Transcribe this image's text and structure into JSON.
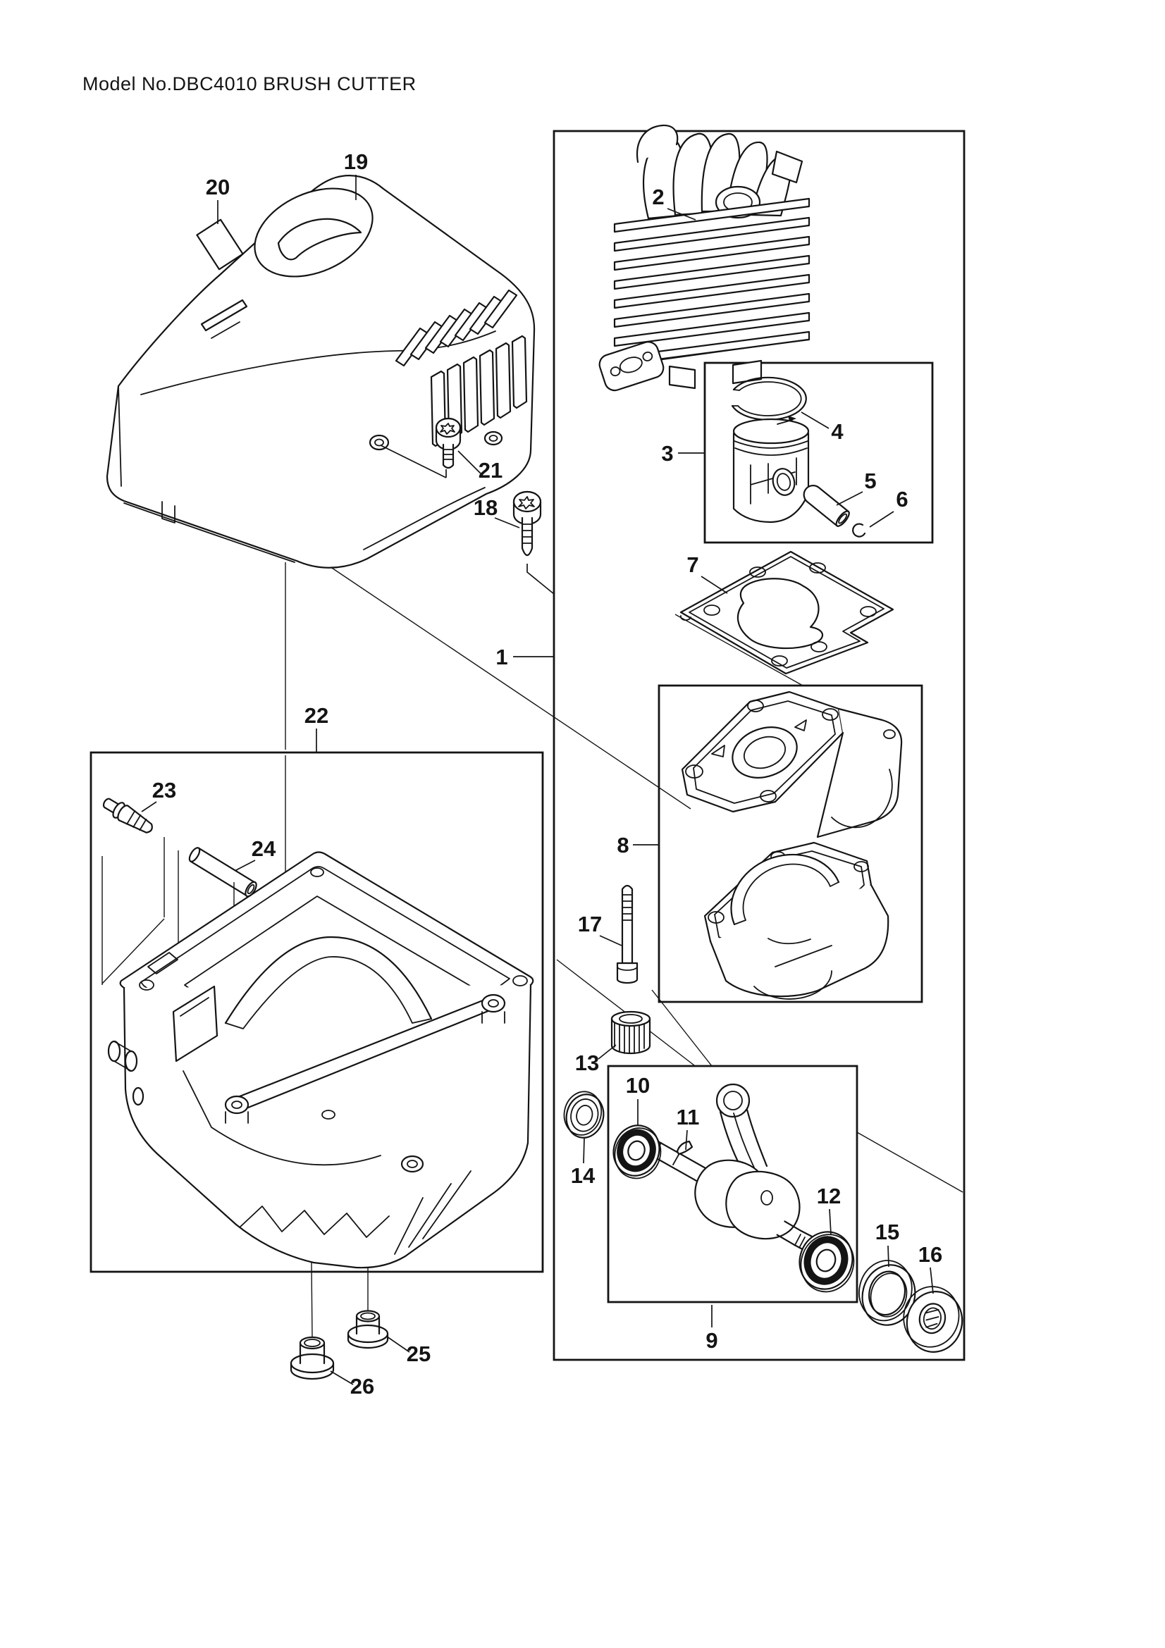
{
  "title": "Model No.DBC4010 BRUSH CUTTER",
  "colors": {
    "ink": "#141414",
    "paper": "#ffffff"
  },
  "callouts": {
    "c1": "1",
    "c2": "2",
    "c3": "3",
    "c4": "4",
    "c5": "5",
    "c6": "6",
    "c7": "7",
    "c8": "8",
    "c9": "9",
    "c10": "10",
    "c11": "11",
    "c12": "12",
    "c13": "13",
    "c14": "14",
    "c15": "15",
    "c16": "16",
    "c17": "17",
    "c18": "18",
    "c19": "19",
    "c20": "20",
    "c21": "21",
    "c22": "22",
    "c23": "23",
    "c24": "24",
    "c25": "25",
    "c26": "26"
  }
}
